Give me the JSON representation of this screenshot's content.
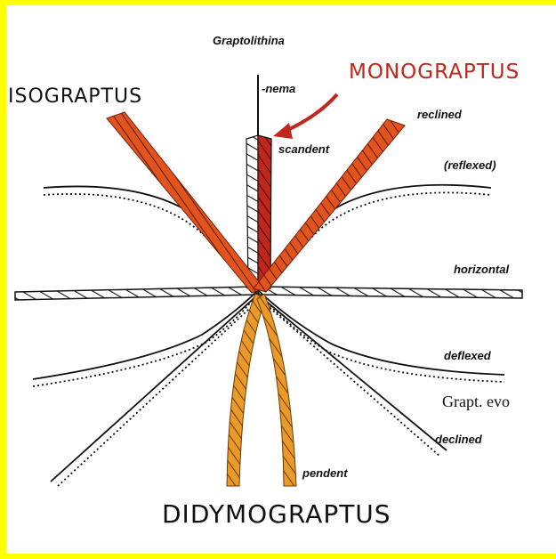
{
  "diagram": {
    "title": "Graptolithina",
    "genera": {
      "monograptus": "MONOGRAPTUS",
      "isograptus": "ISOGRAPTUS",
      "didymograptus": "DIDYMOGRAPTUS"
    },
    "labels": {
      "nema": "-nema",
      "scandent": "scandent",
      "reclined": "reclined",
      "reflexed": "(reflexed)",
      "horizontal": "horizontal",
      "deflexed": "deflexed",
      "declined": "declined",
      "pendent": "pendent"
    },
    "caption": "Grapt. evo",
    "colors": {
      "border": "#ffff00",
      "red": "#c0261b",
      "orange_red": "#e2541e",
      "orange": "#e99a28",
      "ink": "#111111"
    }
  }
}
